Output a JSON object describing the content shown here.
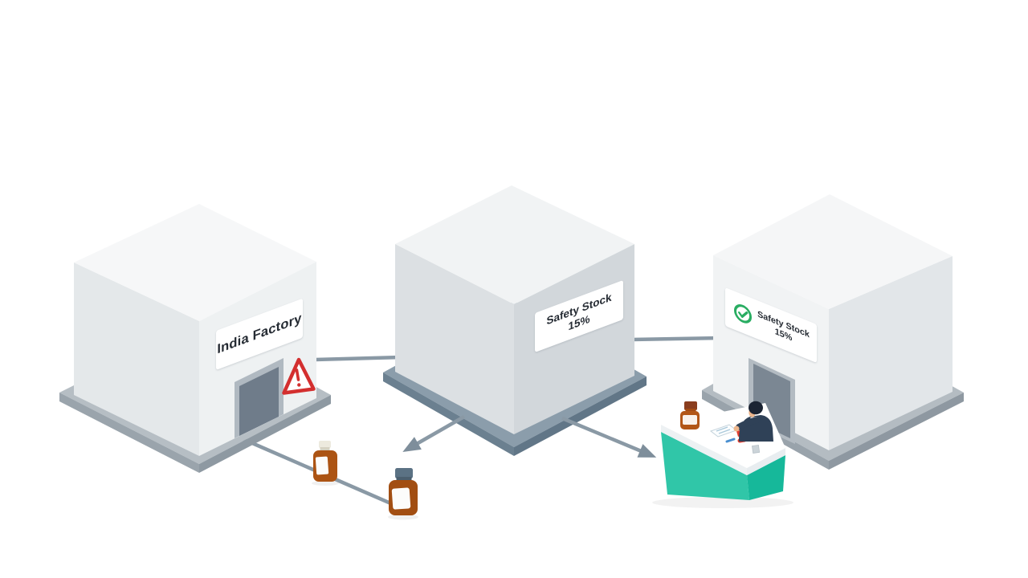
{
  "scene": {
    "background_color": "#ffffff",
    "route_color": "#8a99a5",
    "ground": "white"
  },
  "factory": {
    "label": "India Factory",
    "alert_icon": "warning-triangle-icon",
    "alert_color": "#d32f2f",
    "door": "factory-door"
  },
  "warehouse_mid": {
    "label_line1": "Safety Stock",
    "label_line2": "15%"
  },
  "warehouse_right": {
    "label_line1": "Safety Stock",
    "label_line2": "15%",
    "status_icon": "check-circle-icon",
    "status_color": "#29ad62",
    "door": "warehouse-door"
  },
  "props": {
    "bottle_icon": "medicine-bottle-icon",
    "bottle_color": "#ac5414",
    "counter_color": "#30c6a8",
    "pharmacist": "person-at-counter"
  }
}
